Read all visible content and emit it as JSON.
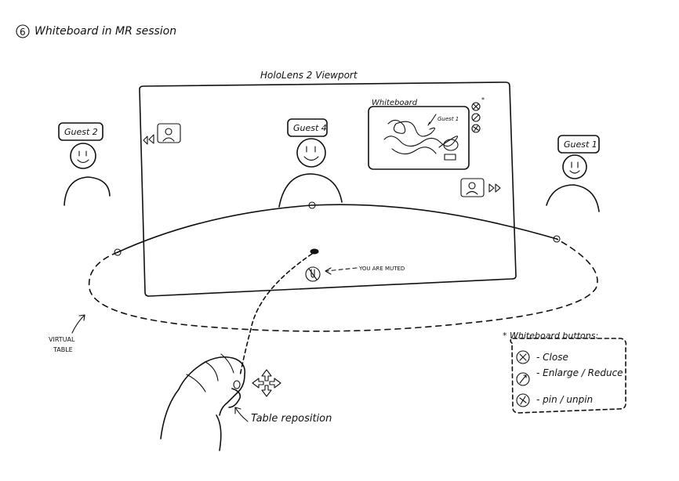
{
  "title": {
    "number": "6",
    "text": "Whiteboard in MR session"
  },
  "viewport": {
    "label": "HoloLens 2 Viewport"
  },
  "participants": {
    "guest_left": "Guest 2",
    "guest_center": "Guest 4",
    "guest_right": "Guest 1"
  },
  "whiteboard": {
    "title": "Whiteboard",
    "pen_label": "Guest 1"
  },
  "status": {
    "muted_text": "YOU ARE MUTED"
  },
  "table": {
    "label_line1": "VIRTUAL",
    "label_line2": "TABLE",
    "reposition_label": "Table reposition"
  },
  "legend": {
    "title": "* Whiteboard buttons:",
    "items": [
      {
        "icon": "close-icon",
        "label": "- Close"
      },
      {
        "icon": "enlarge-reduce-icon",
        "label": "- Enlarge / Reduce"
      },
      {
        "icon": "pin-unpin-icon",
        "label": "- pin / unpin"
      }
    ]
  }
}
